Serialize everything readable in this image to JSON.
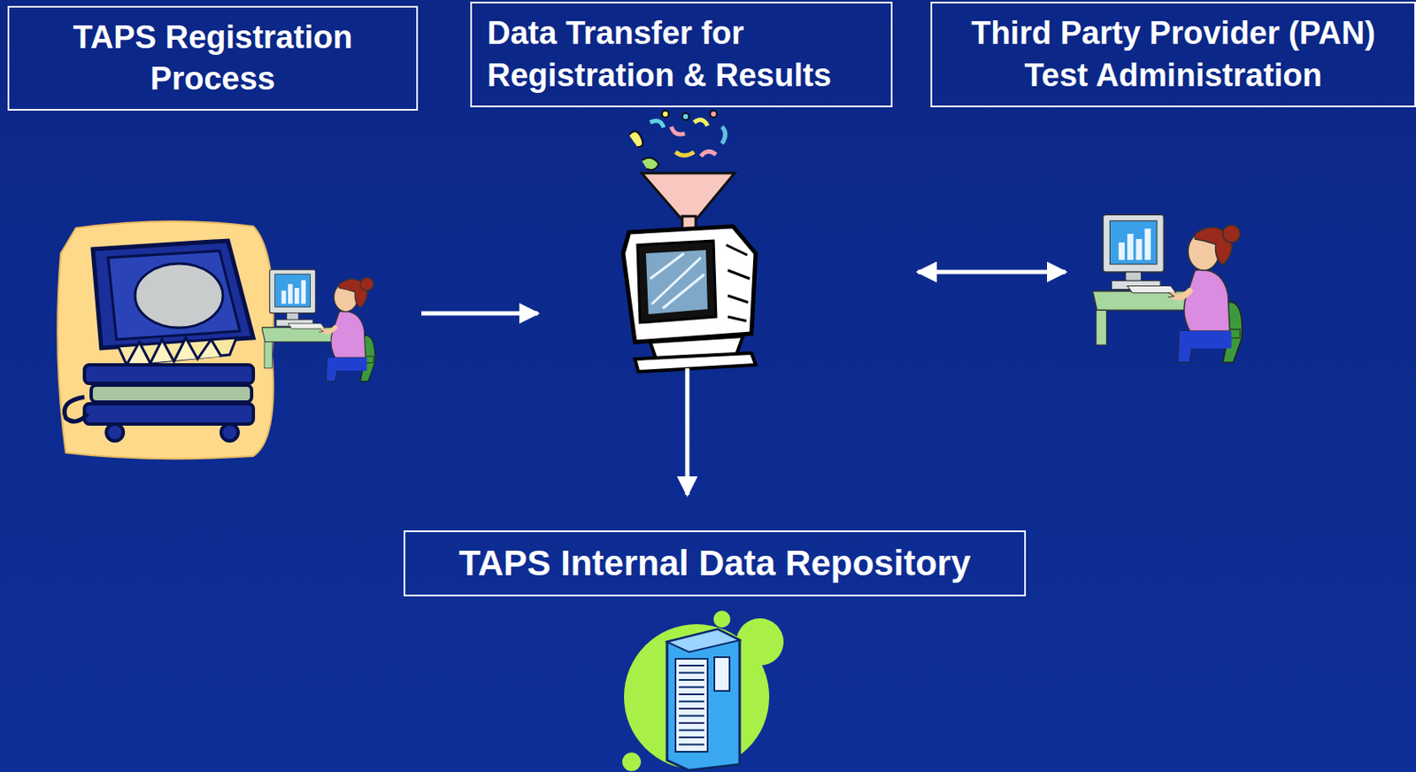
{
  "diagram": {
    "nodes": [
      {
        "text": [
          "TAPS Registration Process"
        ]
      },
      {
        "text": [
          "Data Transfer for Registration & Results"
        ]
      },
      {
        "text": [
          "Third Party Provider (PAN) Test Administration"
        ]
      },
      {
        "text": [
          "TAPS Internal Data Repository"
        ]
      }
    ],
    "edges": [
      {
        "from": 0,
        "to": 1,
        "arrow": "to"
      },
      {
        "from": 1,
        "to": 2,
        "arrow": "both"
      },
      {
        "from": 1,
        "to": 3,
        "arrow": "to"
      }
    ]
  }
}
